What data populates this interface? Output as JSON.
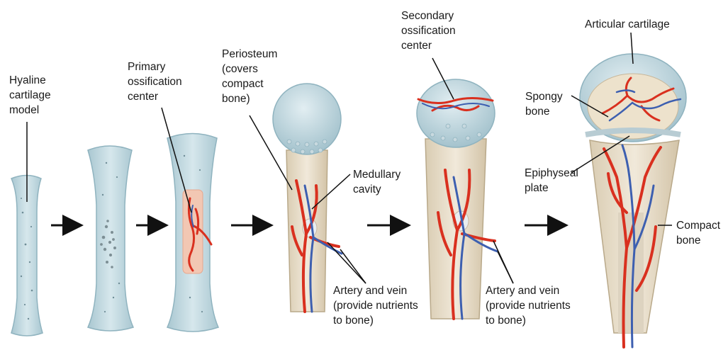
{
  "labels": {
    "hyaline": "Hyaline\ncartilage\nmodel",
    "primary": "Primary\nossification\ncenter",
    "periosteum": "Periosteum\n(covers\ncompact\nbone)",
    "medullary": "Medullary\ncavity",
    "artery1": "Artery and vein\n(provide nutrients\nto bone)",
    "secondary": "Secondary\nossification\ncenter",
    "artery2": "Artery and vein\n(provide nutrients\nto bone)",
    "articular": "Articular cartilage",
    "spongy": "Spongy\nbone",
    "epiphyseal": "Epiphyseal\nplate",
    "compact": "Compact\nbone"
  },
  "colors": {
    "cartilage": "#c9dde4",
    "cartilage_edge": "#8fb3bf",
    "bone": "#e6dcc8",
    "bone_edge": "#b9a98a",
    "artery": "#d9301f",
    "vein": "#3d5fb0",
    "arrow": "#111111"
  }
}
